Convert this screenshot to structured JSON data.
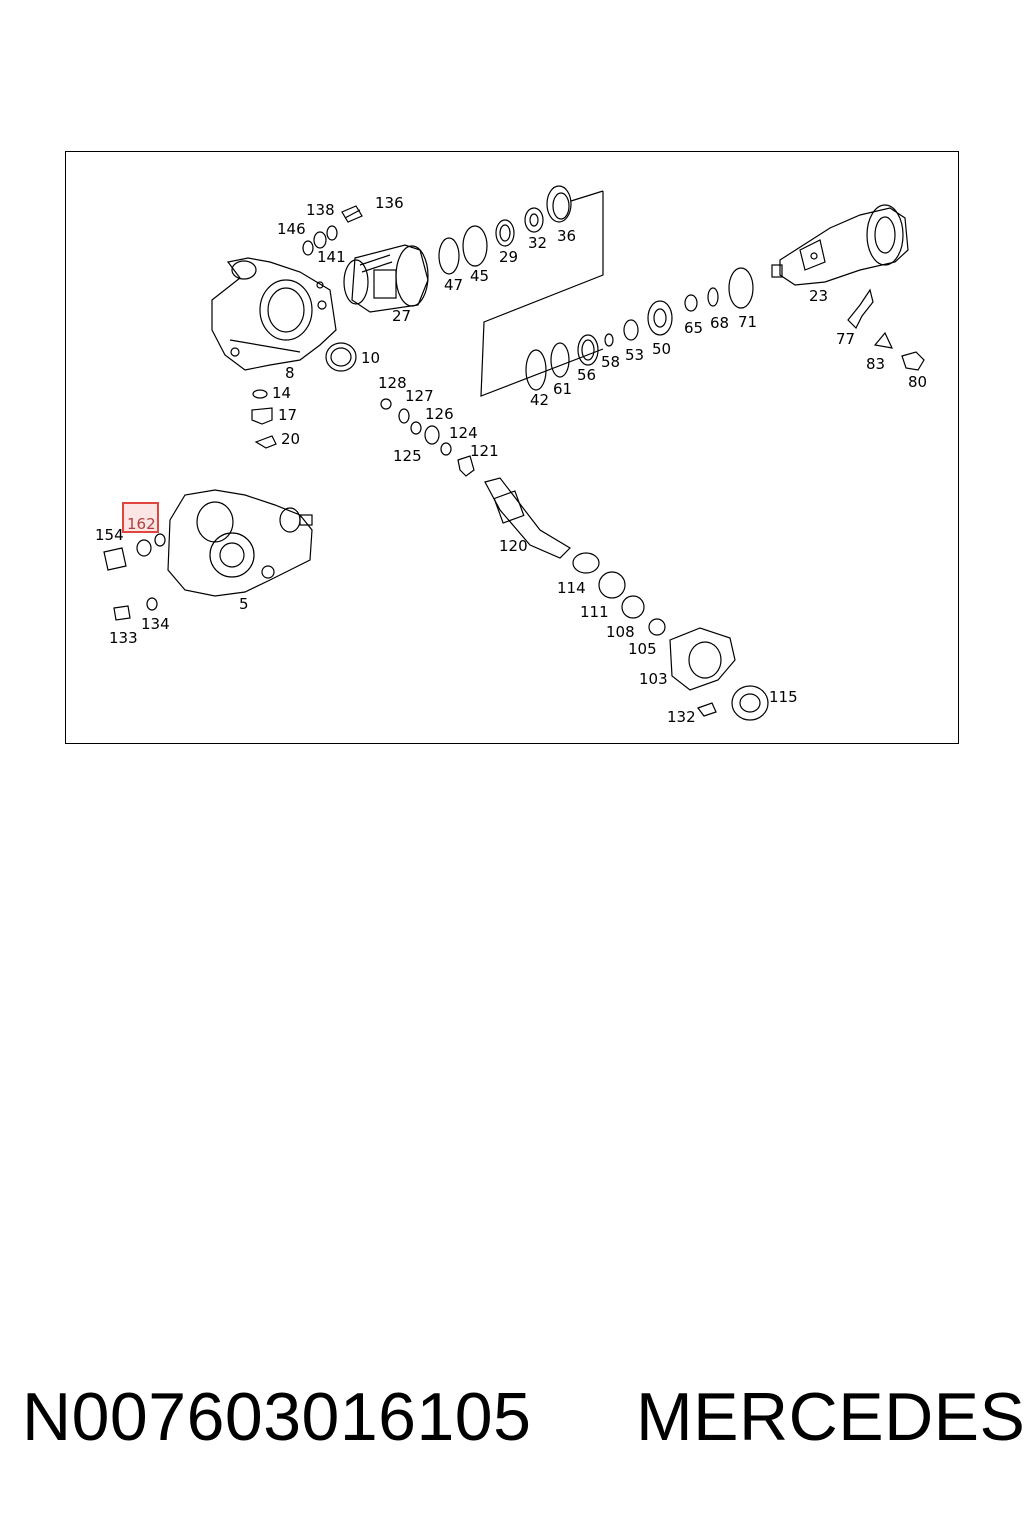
{
  "diagram": {
    "highlighted_callout": "162",
    "callouts": [
      "138",
      "136",
      "146",
      "141",
      "32",
      "36",
      "29",
      "47",
      "45",
      "27",
      "23",
      "8",
      "10",
      "71",
      "68",
      "65",
      "50",
      "53",
      "58",
      "56",
      "61",
      "42",
      "77",
      "83",
      "80",
      "128",
      "127",
      "14",
      "126",
      "17",
      "124",
      "20",
      "125",
      "121",
      "120",
      "154",
      "162",
      "5",
      "133",
      "134",
      "114",
      "111",
      "108",
      "105",
      "103",
      "132",
      "115"
    ],
    "highlight_color": "#e0453f"
  },
  "caption": {
    "part_number": "N007603016105",
    "brand": "MERCEDES"
  }
}
